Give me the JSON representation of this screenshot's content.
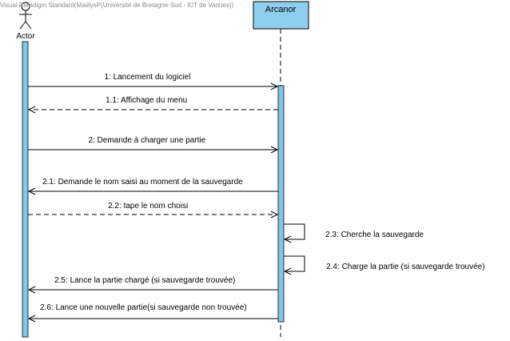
{
  "watermark": "Visual Paradigm Standard(MaëlysP(Université de Bretagne-Sud - IUT de Vannes))",
  "actor": {
    "label": "Actor"
  },
  "system": {
    "label": "Arcanor"
  },
  "colors": {
    "activation": "#7ec8e8",
    "header": "#8ecfed",
    "line": "#000000",
    "text": "#000000"
  },
  "messages": [
    {
      "number": "1",
      "label": "Lancement du logiciel",
      "from": "actor",
      "to": "system",
      "style": "solid"
    },
    {
      "number": "1.1",
      "label": "Affichage du menu",
      "from": "system",
      "to": "actor",
      "style": "dashed"
    },
    {
      "number": "2",
      "label": "Demande à charger une partie",
      "from": "actor",
      "to": "system",
      "style": "solid"
    },
    {
      "number": "2.1",
      "label": "Demande le nom saisi au moment de la sauvegarde",
      "from": "system",
      "to": "actor",
      "style": "solid"
    },
    {
      "number": "2.2",
      "label": "tape le nom choisi",
      "from": "actor",
      "to": "system",
      "style": "dashed"
    },
    {
      "number": "2.3",
      "label": "Cherche la sauvegarde",
      "from": "system",
      "to": "system",
      "style": "solid"
    },
    {
      "number": "2.4",
      "label": "Charge la partie (si sauvegarde trouvée)",
      "from": "system",
      "to": "system",
      "style": "solid"
    },
    {
      "number": "2.5",
      "label": "Lance la partie chargé (si sauvegarde trouvée)",
      "from": "system",
      "to": "actor",
      "style": "solid"
    },
    {
      "number": "2.6",
      "label": "Lance une nouvelle partie(si sauvegarde non trouvée)",
      "from": "system",
      "to": "actor",
      "style": "solid"
    }
  ]
}
